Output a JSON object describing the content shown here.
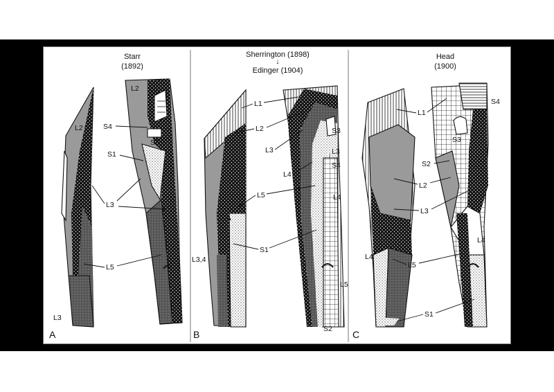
{
  "panels": [
    {
      "letter": "A",
      "title_line1": "Starr",
      "title_line2": "(1892)",
      "labels": [
        "L2",
        "S4",
        "S3",
        "S1",
        "L3",
        "L5",
        "L3",
        "L2"
      ]
    },
    {
      "letter": "B",
      "title_line1": "Sherrington (1898)",
      "arrow": "↓",
      "title_line2": "Edinger (1904)",
      "labels": [
        "L1",
        "L2",
        "L3",
        "S3",
        "L3",
        "S4",
        "L4",
        "L5",
        "L4",
        "S1",
        "L3,4",
        "L5",
        "S2"
      ]
    },
    {
      "letter": "C",
      "title_line1": "Head",
      "title_line2": "(1900)",
      "labels": [
        "L1",
        "S4",
        "S3",
        "S2",
        "L2",
        "L3",
        "L4",
        "L4",
        "L5",
        "S1"
      ]
    }
  ],
  "colors": {
    "background": "#000000",
    "figure": "#ffffff",
    "ink": "#111111",
    "gray": "#9a9a9a",
    "darkgray": "#5a5a5a"
  }
}
